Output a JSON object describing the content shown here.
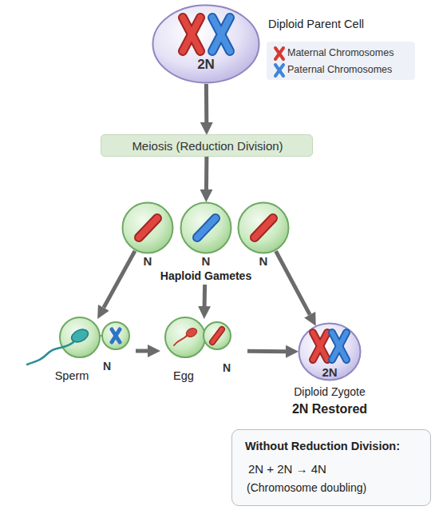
{
  "diagram": {
    "nodes": [
      {
        "text": [
          "2N",
          "Diploid Parent Cell"
        ]
      },
      {
        "text": [
          "Meiosis (Reduction Division)"
        ]
      },
      {
        "text": [
          "N"
        ]
      },
      {
        "text": [
          "N"
        ]
      },
      {
        "text": [
          "N"
        ]
      },
      {
        "text": [
          "Sperm",
          "N"
        ]
      },
      {
        "text": [
          "Egg",
          "N"
        ]
      },
      {
        "text": [
          "2N",
          "Diploid Zygote",
          "2N Restored"
        ]
      },
      {
        "text": [
          "Without Reduction Division:",
          "2N + 2N → 4N",
          "(Chromosome doubling)"
        ]
      }
    ],
    "edges": [
      {
        "from": 0,
        "to": 1,
        "arrow": "to"
      },
      {
        "from": 1,
        "to": 3,
        "arrow": "to"
      },
      {
        "from": 2,
        "to": 5,
        "arrow": "to"
      },
      {
        "from": 3,
        "to": 6,
        "arrow": "to"
      },
      {
        "from": 4,
        "to": 7,
        "arrow": "to"
      },
      {
        "from": 5,
        "to": 6,
        "arrow": "to"
      },
      {
        "from": 6,
        "to": 7,
        "arrow": "to"
      }
    ],
    "labels": [
      "Haploid Gametes"
    ],
    "legend": [
      {
        "text": "Maternal Chromosomes"
      },
      {
        "text": "Paternal Chromosomes"
      }
    ]
  }
}
